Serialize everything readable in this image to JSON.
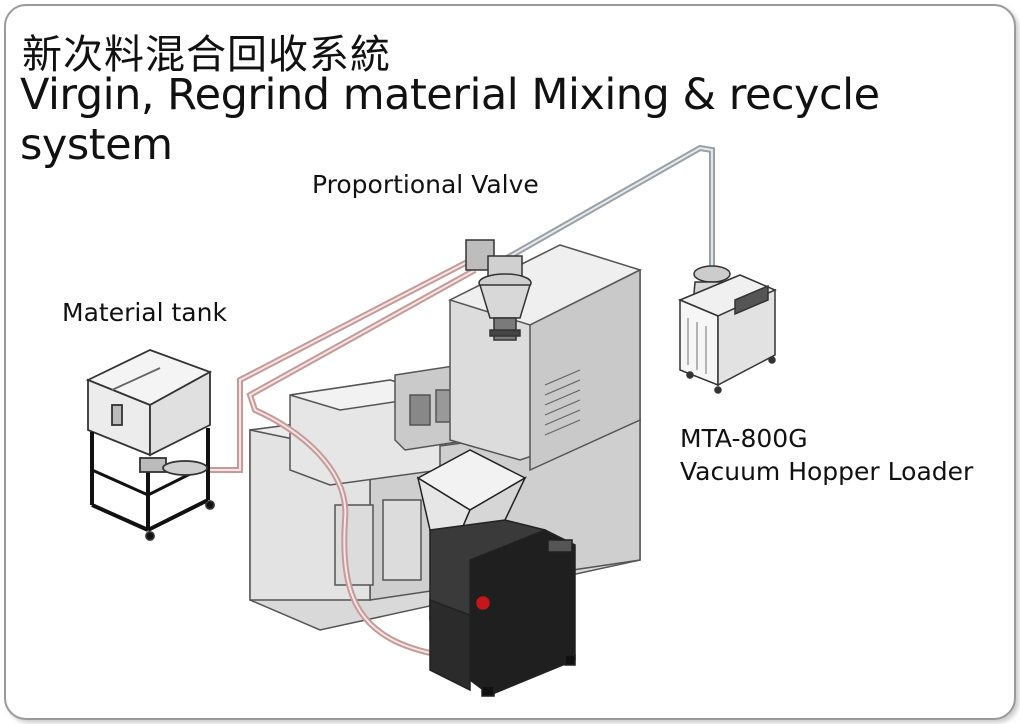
{
  "header": {
    "title_zh": "新次料混合回收系統",
    "title_en": "Virgin, Regrind material Mixing & recycle system"
  },
  "labels": {
    "proportional_valve": "Proportional Valve",
    "material_tank": "Material tank",
    "loader_model": "MTA-800G",
    "loader_name": "Vacuum Hopper Loader"
  },
  "colors": {
    "pipe": "#c79a9a",
    "machine": "#dedede",
    "granulator": "#1f1f1f",
    "accent_red": "#c4161c"
  }
}
